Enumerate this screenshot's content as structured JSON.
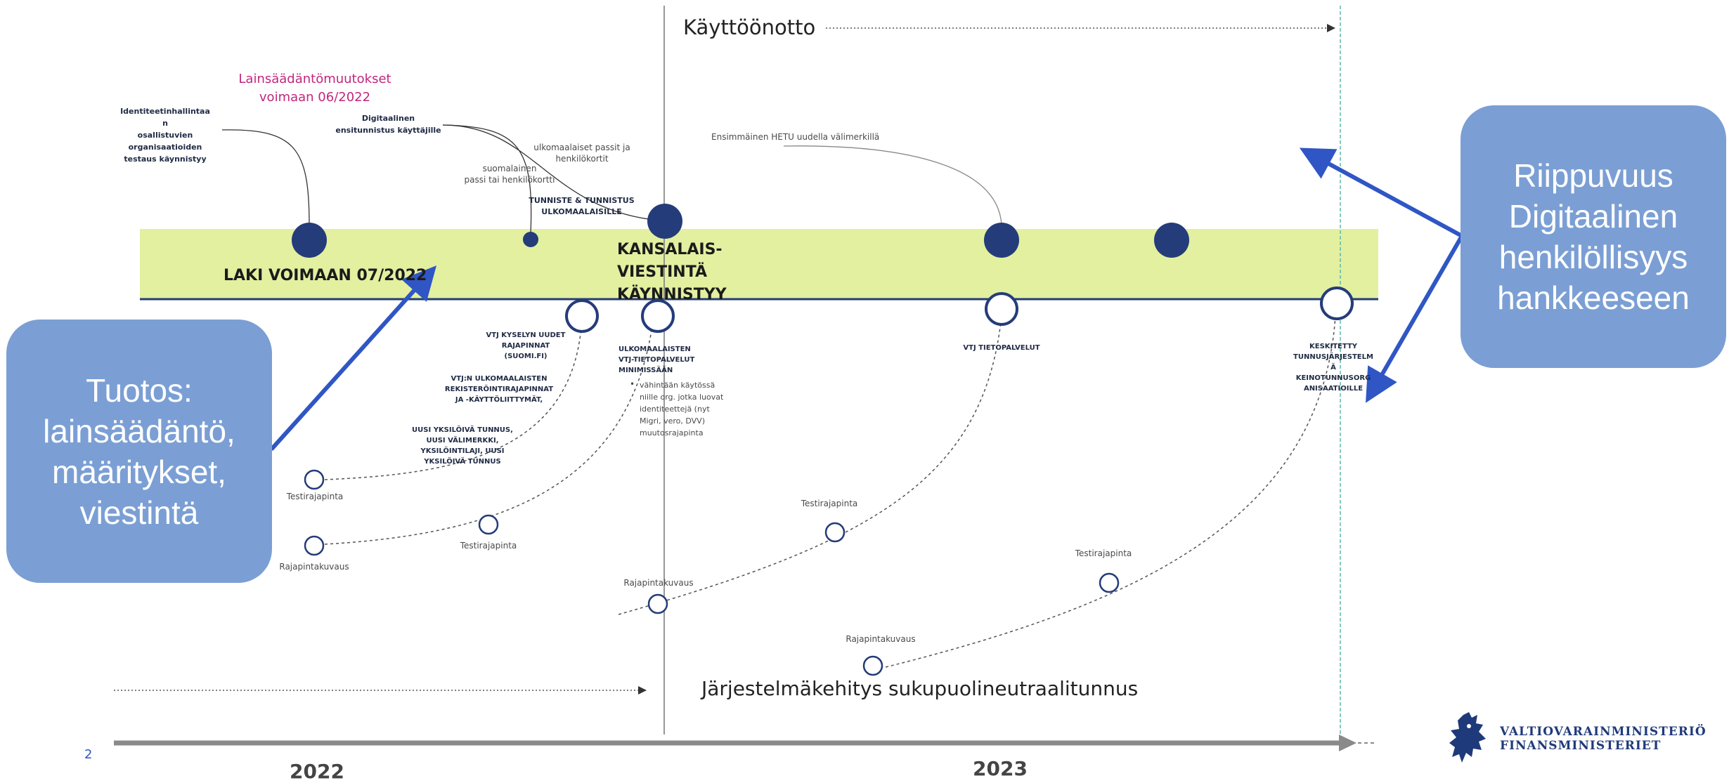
{
  "timeline": {
    "rollout_label": "Käyttöönotto",
    "system_dev_label": "Järjestelmäkehitys sukupuolineutraalitunnus",
    "years": [
      "2022",
      "2023"
    ],
    "page_number": "2"
  },
  "milestones": {
    "law_in_force": "LAKI VOIMAAN 07/2022",
    "civic_comm": "KANSALAIS-\nVIESTINTÄ\nKÄYNNISTYY",
    "legislation_changes": "Lainsäädäntömuutokset\nvoimaan 06/2022",
    "identity_mgmt": "Identiteetinhallintaa\nn\nosallistuvien\norganisaatioiden\ntestaus käynnistyy",
    "digital_first_id": "Digitaalinen\nensitunnistus käyttäjille",
    "foreign_passports": "ulkomaalaiset passit ja\nhenkilökortit",
    "finnish_passport": "suomalainen\npassi tai henkilökortti",
    "foreigner_ident": "TUNNISTE & TUNNISTUS\nULKOMAALAISILLE",
    "first_hetu": "Ensimmäinen HETU uudella välimerkillä"
  },
  "lower_items": {
    "vtj_queries": "VTJ KYSELYN UUDET\nRAJAPINNAT\n(SUOMI.FI)",
    "vtj_foreign": "VTJ:N ULKOMAALAISTEN\nREKISTERÖINTIRAJAPINNAT\nJA -KÄYTTÖLIITTYMÄT,",
    "new_id": "UUSI YKSILÖIVÄ TUNNUS,\nUUSI VÄLIMERKKI,\nYKSILÖINTILAJI, UUSI\nYKSILÖIVÄ TUNNUS",
    "foreign_vtj_title": "ULKOMAALAISTEN\nVTJ-TIETOPALVELUT\nMINIMISSÄÄN",
    "foreign_vtj_bullet": "vähintään käytössä\nniille org. jotka luovat\nidentiteettejä (nyt\nMigri, vero, DVV)\nmuutosrajapinta",
    "vtj_services": "VTJ TIETOPALVELUT",
    "central_system": "KESKITETTY\nTUNNUSJÄRJESTELM\nÄ\nKEINOTUNNUSORG\nANISAATIOILLE",
    "test_interface": "Testirajapinta",
    "interface_desc": "Rajapintakuvaus"
  },
  "callouts": {
    "output": "Tuotos:\nlainsäädäntö,\nmääritykset,\nviestintä",
    "dependency": "Riippuvuus\nDigitaalinen\nhenkilöllisyys\nhankkeeseen"
  },
  "logo": {
    "line1": "VALTIOVARAINMINISTERIÖ",
    "line2": "FINANSMINISTERIET"
  },
  "colors": {
    "band": "#e2f0a0",
    "node": "#253c7a",
    "callout": "#7b9fd4",
    "arrow": "#2f56c4",
    "legislation": "#c2267d"
  }
}
